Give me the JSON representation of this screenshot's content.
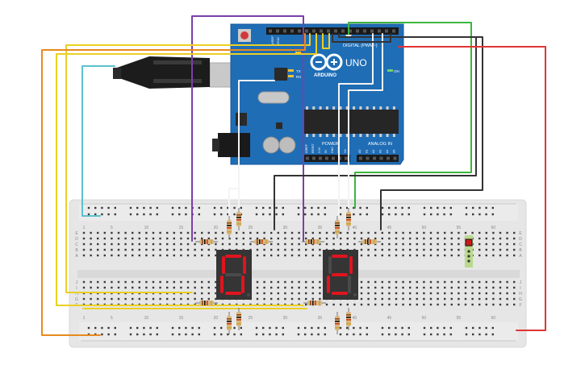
{
  "board": {
    "brand": "ARDUINO",
    "model": "UNO",
    "digital_header": "DIGITAL (PWM~)",
    "analog_header": "ANALOG IN",
    "power_header": "POWER",
    "aref": "AREF",
    "gnd": "GND",
    "tx": "TX",
    "rx": "RX",
    "l": "L",
    "on": "ON",
    "power_pins": [
      "IOREF",
      "RESET",
      "3.3V",
      "5V",
      "GND",
      "GND",
      "Vin"
    ],
    "analog_pins": [
      "A0",
      "A1",
      "A2",
      "A3",
      "A4",
      "A5"
    ]
  },
  "breadboard": {
    "column_numbers": [
      "1",
      "5",
      "10",
      "15",
      "20",
      "25",
      "30",
      "35",
      "40",
      "45",
      "50",
      "55",
      "60"
    ],
    "row_letters_top": [
      "A",
      "B",
      "C",
      "D",
      "E"
    ],
    "row_letters_bottom": [
      "F",
      "G",
      "H",
      "I",
      "J"
    ]
  },
  "displays": [
    {
      "digit": "0",
      "color": "#e0141e"
    },
    {
      "digit": "2",
      "color": "#e0141e"
    }
  ],
  "colors": {
    "wire_purple": "#7b3fa8",
    "wire_yellow": "#ead024",
    "wire_orange": "#e88a1e",
    "wire_cyan": "#5cc1cf",
    "wire_green": "#3db53d",
    "wire_black": "#333333",
    "wire_red": "#e13434",
    "wire_white": "#f4f4f4",
    "board_blue": "#1f6db5",
    "breadboard": "#e9e9e9"
  }
}
